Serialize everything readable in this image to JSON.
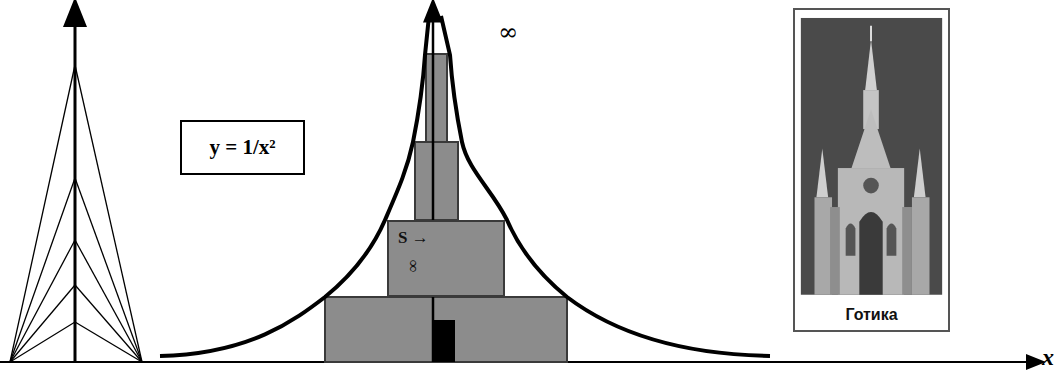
{
  "diagram": {
    "nodes": [
      {
        "text": [
          "y = 1/x²"
        ]
      },
      {
        "text": [
          "S →",
          "∞"
        ]
      },
      {
        "text": [
          "Готика"
        ]
      }
    ],
    "labels": [
      "∞",
      "x"
    ]
  }
}
